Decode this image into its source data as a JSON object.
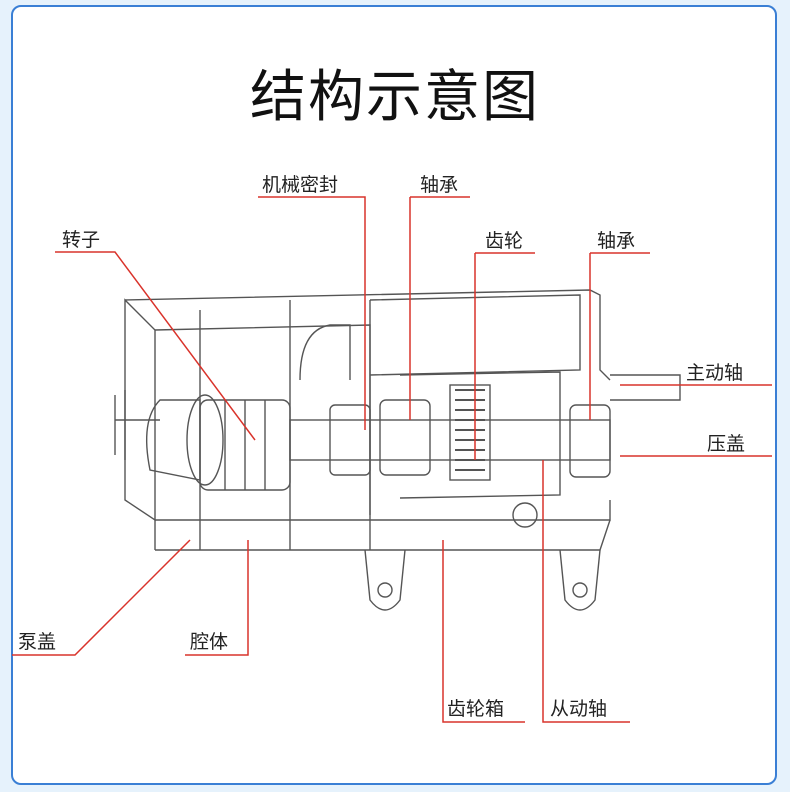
{
  "title": "结构示意图",
  "labels": {
    "mechanical_seal": "机械密封",
    "bearing_top": "轴承",
    "rotor": "转子",
    "gear": "齿轮",
    "bearing_right": "轴承",
    "drive_shaft": "主动轴",
    "gland": "压盖",
    "pump_cover": "泵盖",
    "cavity": "腔体",
    "gearbox": "齿轮箱",
    "driven_shaft": "从动轴"
  },
  "colors": {
    "leader": "#d9332b",
    "frame": "#3a7fd5",
    "drawing": "#555555"
  }
}
